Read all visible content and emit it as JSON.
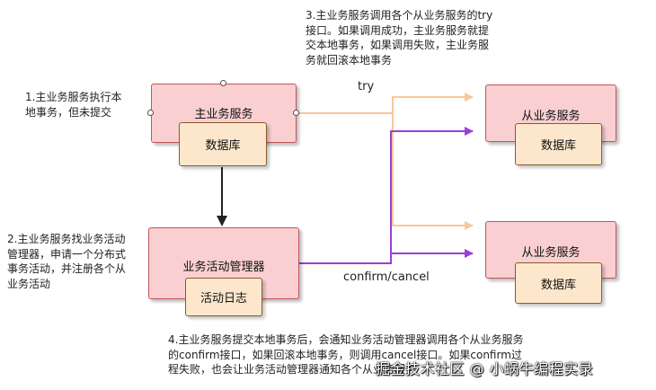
{
  "nodes": {
    "main_service": "主业务服务",
    "main_db": "数据库",
    "activity_manager": "业务活动管理器",
    "activity_log": "活动日志",
    "sub_service_1": "从业务服务",
    "sub_db_1": "数据库",
    "sub_service_2": "从业务服务",
    "sub_db_2": "数据库"
  },
  "edge_labels": {
    "try": "try",
    "confirm_cancel": "confirm/cancel"
  },
  "notes": {
    "step1": "1.主业务服务执行本\n地事务，但未提交",
    "step2": "2.主业务服务找业务活动\n管理器，申请一个分布式\n事务活动，并注册各个从\n业务活动",
    "step3": "3.主业务服务调用各个从业务服务的try\n接口。如果调用成功，主业务服务就提\n交本地事务，如果调用失败，主业务服\n务就回滚本地事务",
    "step4": "4.主业务服务提交本地事务后，会通知业务活动管理器调用各个从业务服务\n的confirm接口，如果回滚本地事务，则调用cancel接口。如果confirm过\n程失败，也会让业务活动管理器通知各个从业务服务"
  },
  "watermark": "掘金技术社区 @ 小蜗牛编程实录",
  "colors": {
    "service_fill": "#f9cfd1",
    "service_border": "#c0565c",
    "db_fill": "#fde7cc",
    "try_line": "#f7c89b",
    "confirm_line": "#9b3fd8",
    "arrow_dark": "#222222"
  }
}
